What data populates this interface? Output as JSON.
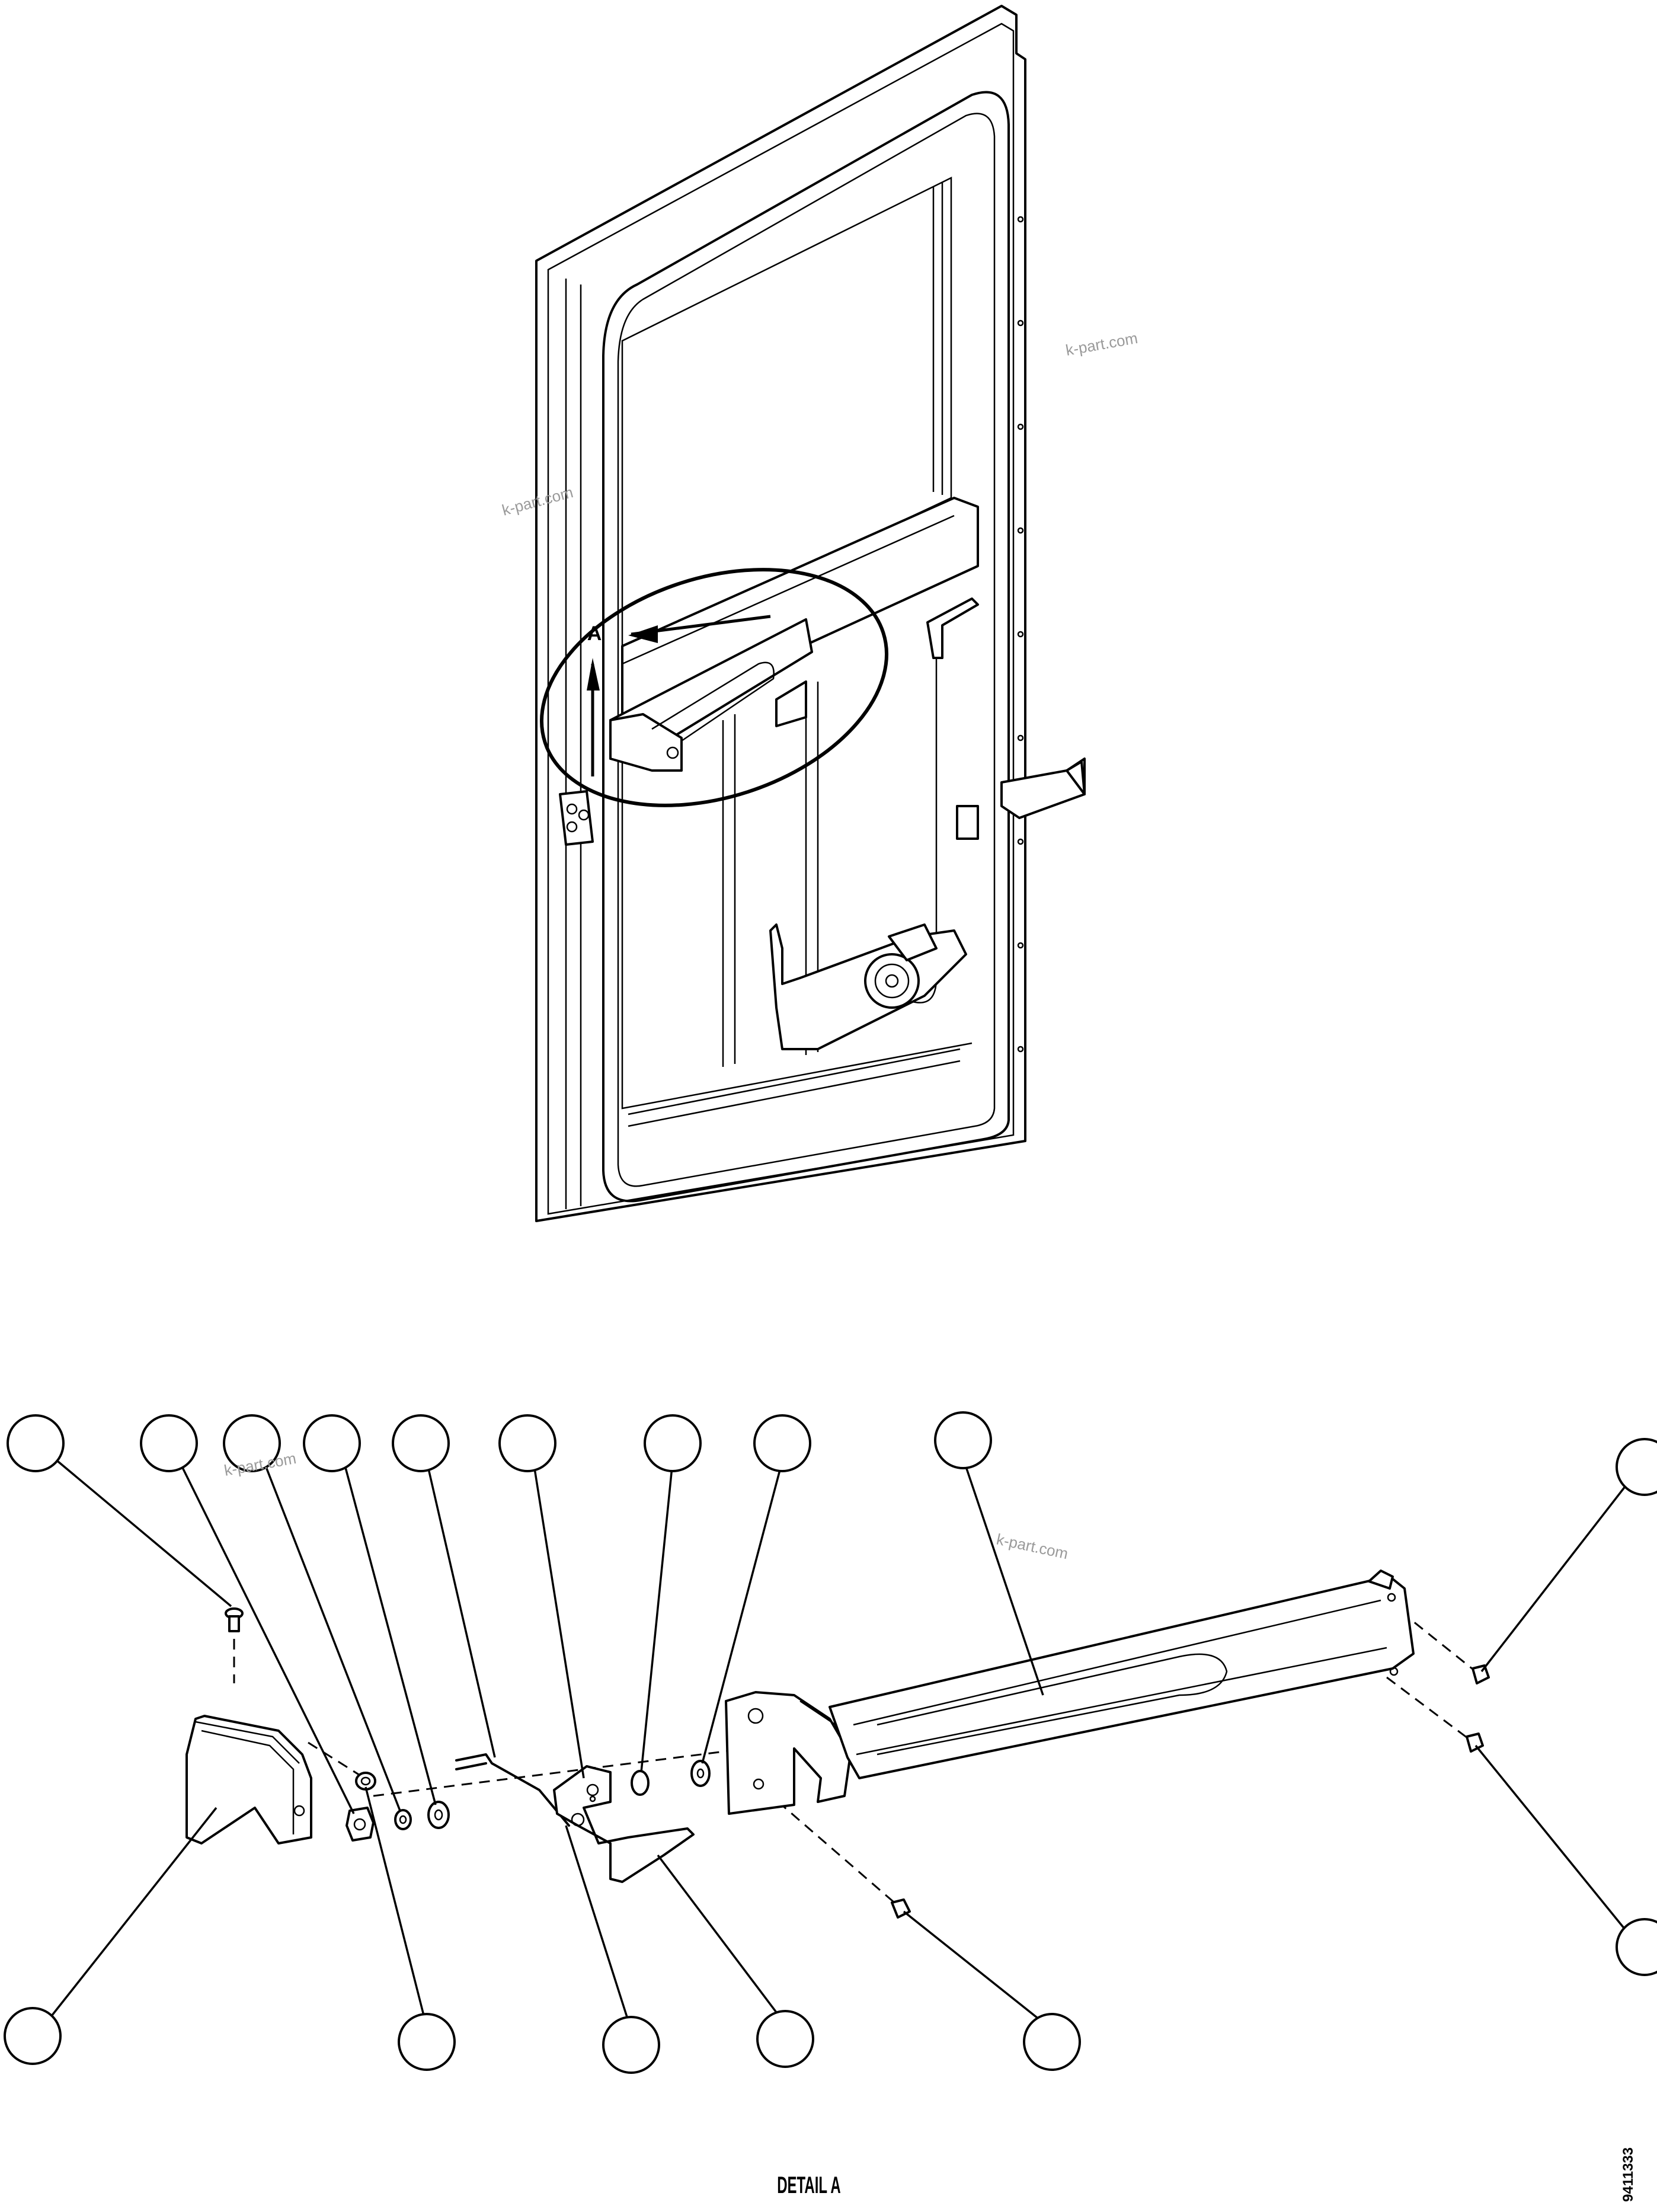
{
  "detail_marker": "A",
  "detail_caption": "DETAIL A",
  "drawing_code": "9411333",
  "watermarks": [
    "k-part.com",
    "k-part.com",
    "k-part.com",
    "k-part.com"
  ]
}
